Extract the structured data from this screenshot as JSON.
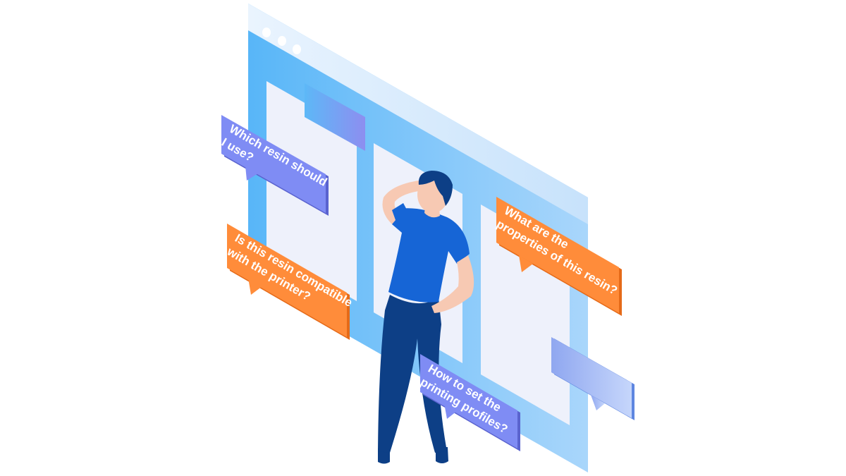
{
  "bubbles": {
    "resin_choice": {
      "line1": "Which resin should",
      "line2": "I use?",
      "color": "#7f8cf4"
    },
    "compatibility": {
      "line1": "Is this resin compatible",
      "line2": "with the printer?",
      "color": "#ff8c3a"
    },
    "properties": {
      "line1": "What are the",
      "line2": "properties of this resin?",
      "color": "#ff8c3a"
    },
    "profiles": {
      "line1": "How to set the",
      "line2": "printing profiles?",
      "color": "#7f8cf4"
    }
  },
  "colors": {
    "window_blue": "#5db8f7",
    "window_light": "#c4e1fb",
    "panel": "#eef1fb",
    "shirt": "#1665d6",
    "pants": "#0d3f86",
    "hair": "#0d3f86",
    "skin": "#f7c9b3"
  }
}
